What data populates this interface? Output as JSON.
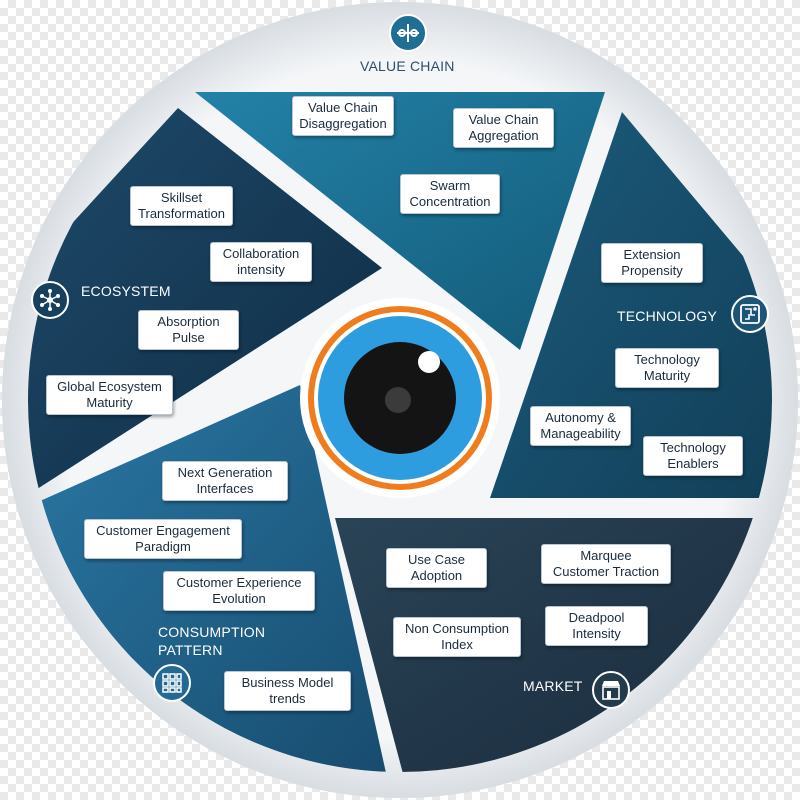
{
  "colors": {
    "ring": "#e7ebef",
    "value_chain": "#1c6b8c",
    "technology": "#174f6d",
    "market": "#1f3748",
    "consumption": "#225f85",
    "ecosystem": "#173955",
    "eye_iris": "#2e9de0",
    "eye_ring": "#f07d1d"
  },
  "segments": {
    "value_chain": {
      "label": "VALUE CHAIN",
      "icon": "chain-network-icon",
      "boxes": [
        "Value Chain\nDisaggregation",
        "Value Chain\nAggregation",
        "Swarm\nConcentration"
      ]
    },
    "technology": {
      "label": "TECHNOLOGY",
      "icon": "circuit-board-icon",
      "boxes": [
        "Extension\nPropensity",
        "Technology\nMaturity",
        "Autonomy &\nManageability",
        "Technology\nEnablers"
      ]
    },
    "market": {
      "label": "MARKET",
      "icon": "storefront-icon",
      "boxes": [
        "Use Case\nAdoption",
        "Marquee\nCustomer Traction",
        "Non Consumption\nIndex",
        "Deadpool\nIntensity"
      ]
    },
    "consumption": {
      "label": "CONSUMPTION\nPATTERN",
      "icon": "grid-icon",
      "boxes": [
        "Next Generation\nInterfaces",
        "Customer Engagement\nParadigm",
        "Customer Experience\nEvolution",
        "Business Model\ntrends"
      ]
    },
    "ecosystem": {
      "label": "ECOSYSTEM",
      "icon": "hub-network-icon",
      "boxes": [
        "Skillset\nTransformation",
        "Collaboration\nintensity",
        "Absorption\nPulse",
        "Global Ecosystem\nMaturity"
      ]
    }
  }
}
